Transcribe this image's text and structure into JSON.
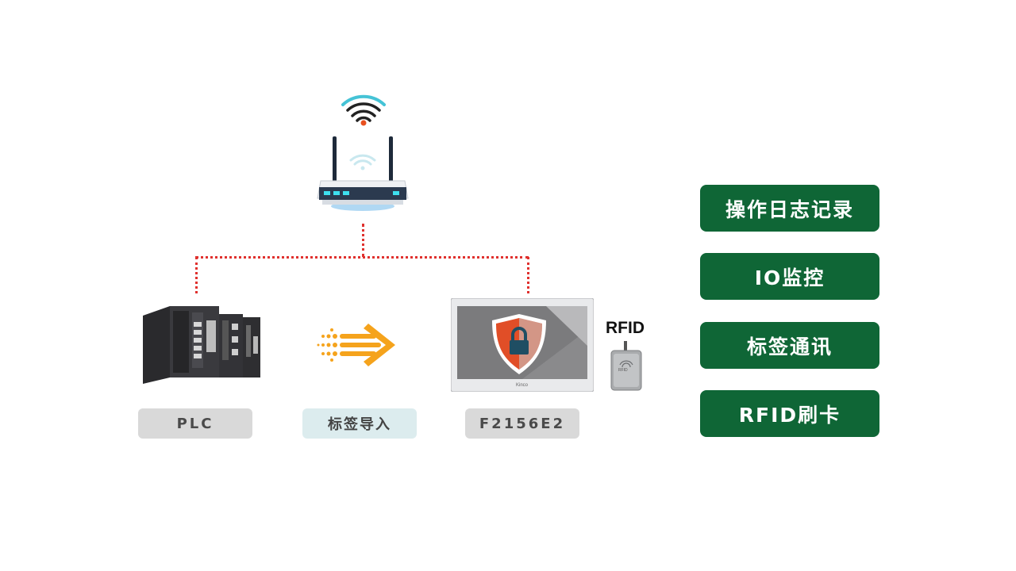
{
  "devices": {
    "plc_label": "PLC",
    "import_label": "标签导入",
    "hmi_label": "F2156E2",
    "hmi_brand": "Kinco",
    "rfid_label": "RFID",
    "rfid_reader_text": "RFID"
  },
  "features": [
    {
      "label": "操作日志记录"
    },
    {
      "label": "IO监控"
    },
    {
      "label": "标签通讯"
    },
    {
      "label": "RFID刷卡"
    }
  ],
  "colors": {
    "feature_bg": "#0f6636",
    "network_line": "#e0312e",
    "wifi_signal_top": "#45c3d6",
    "arrow": "#f5a31c"
  }
}
